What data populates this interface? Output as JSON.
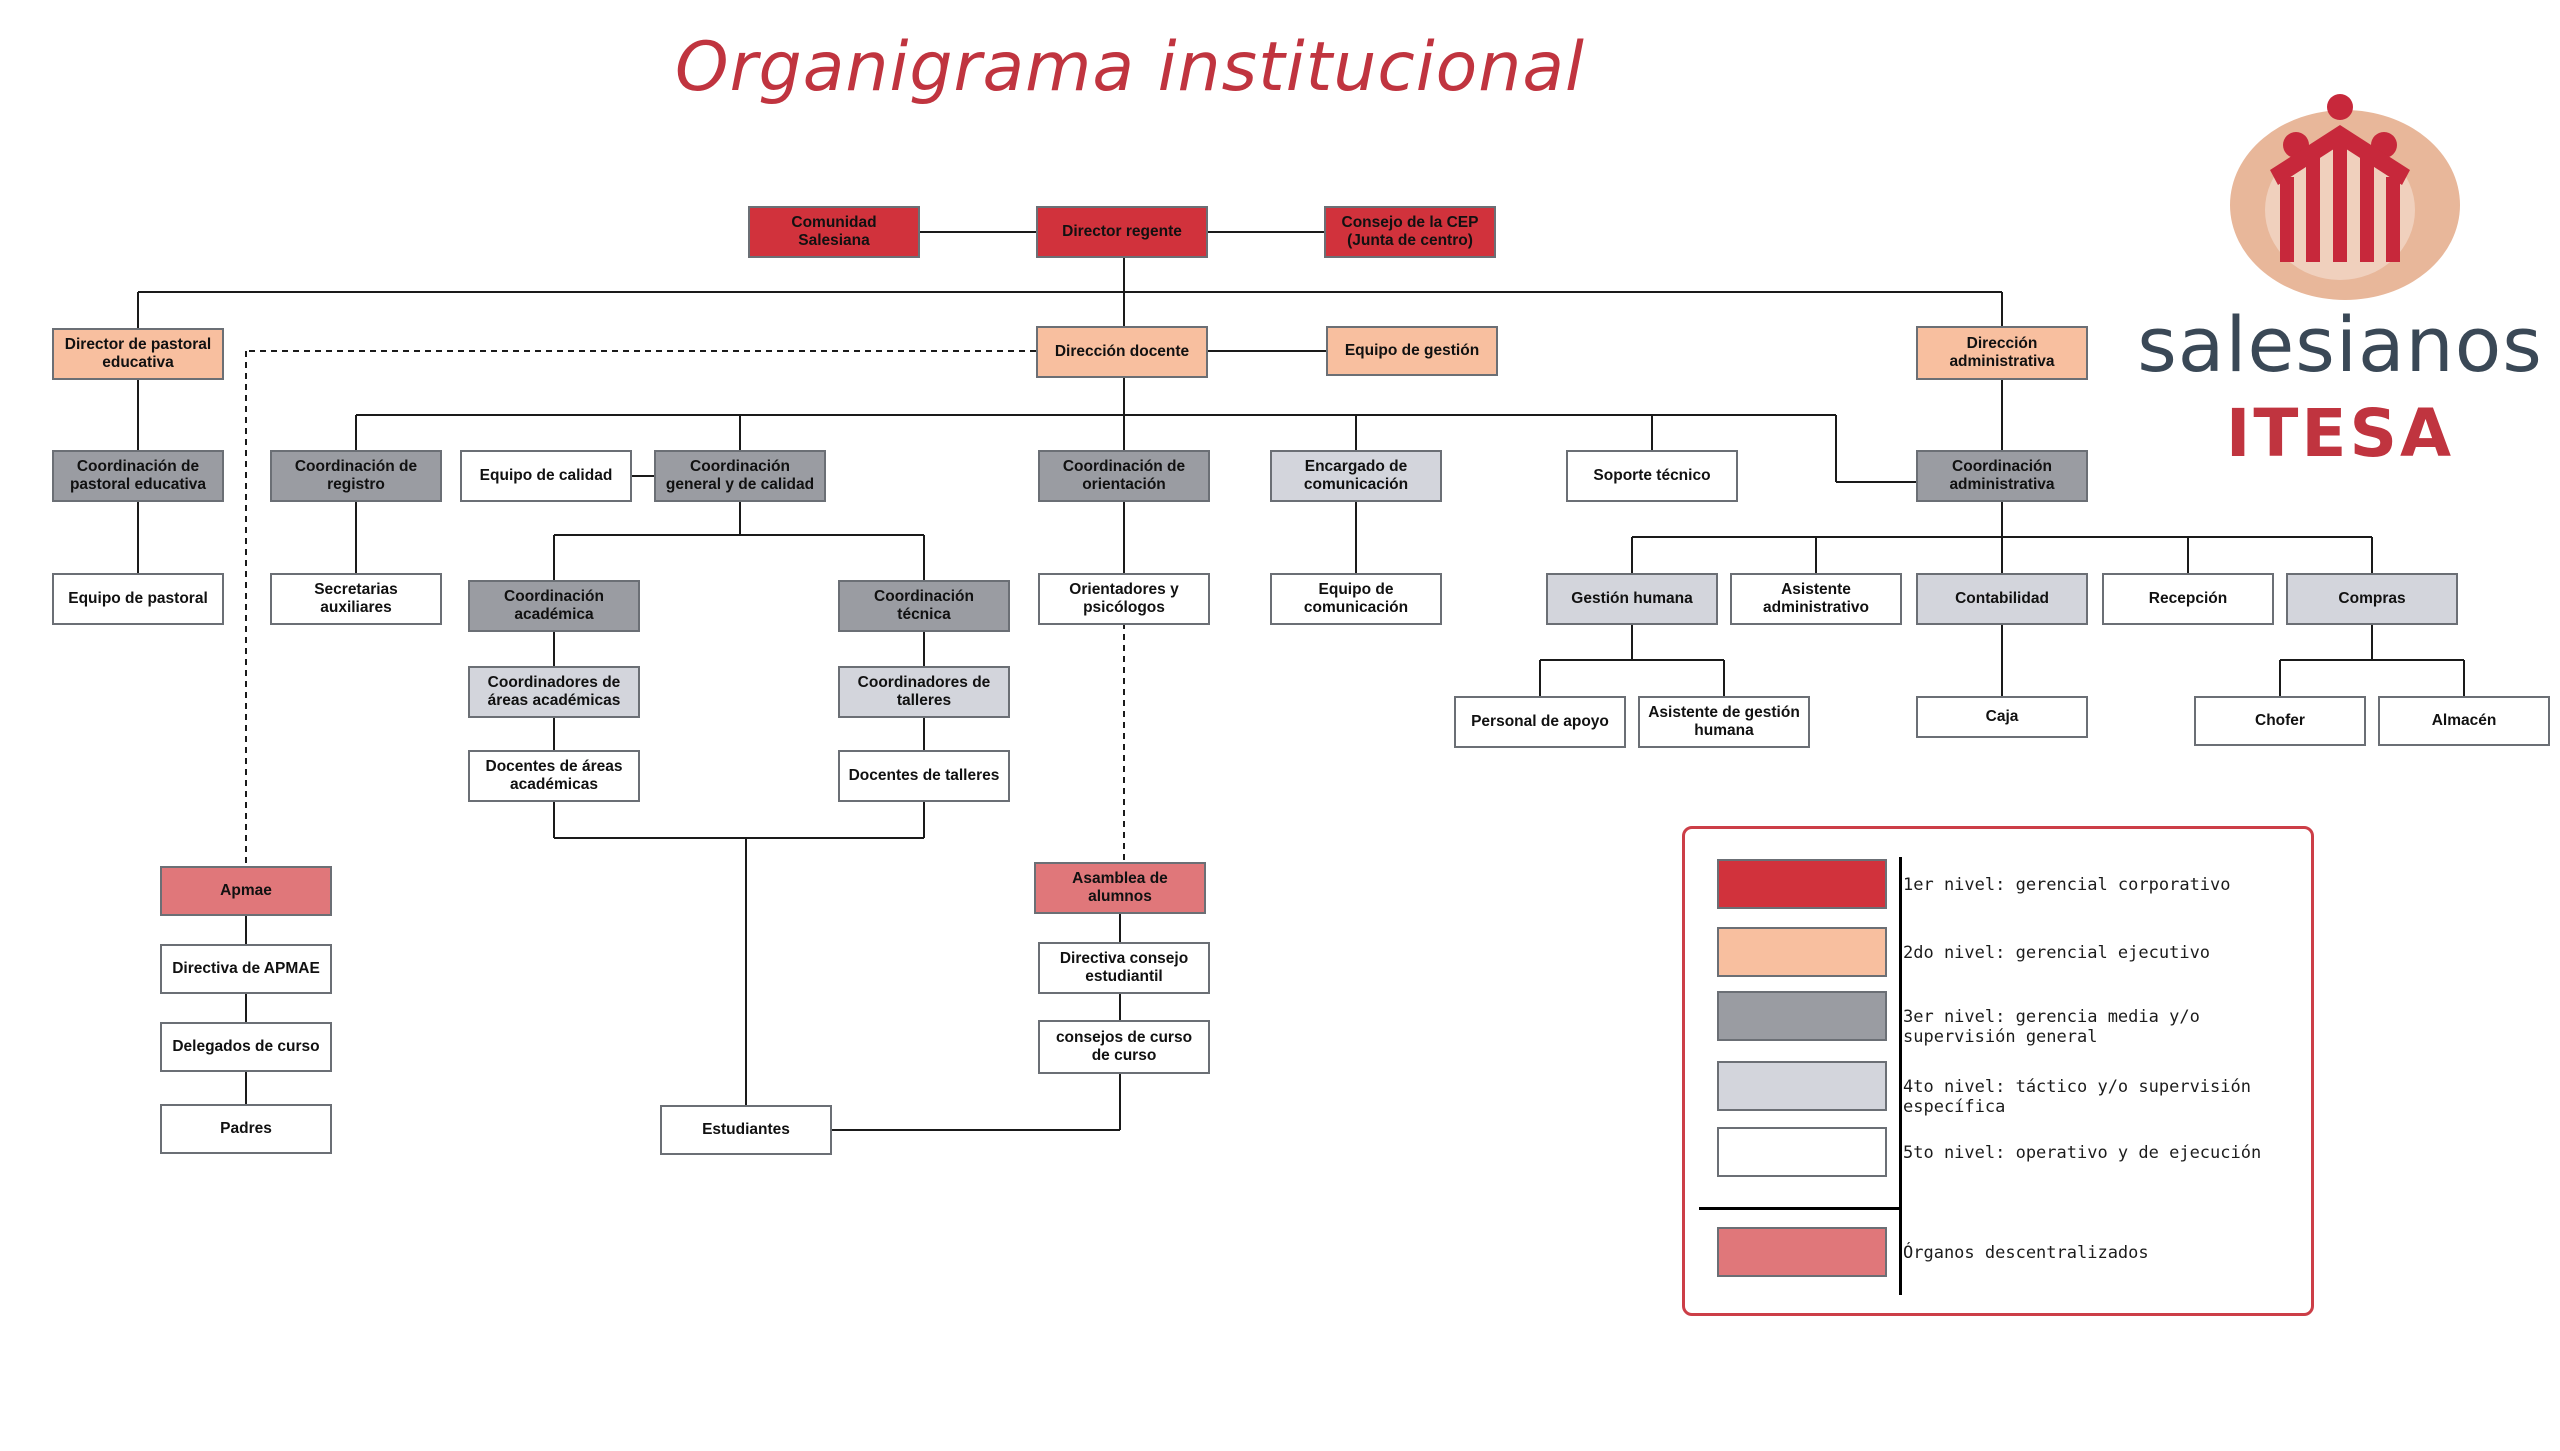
{
  "title": "Organigrama   institucional",
  "logo": {
    "name": "salesianos",
    "sub": "ITESA",
    "icon": "salesianos-emblem-icon"
  },
  "colors": {
    "level1": "#d1323c",
    "level2": "#f8bf9f",
    "level3": "#9a9ca2",
    "level4": "#d3d5dc",
    "level5": "#ffffff",
    "decentralized": "#e0777a",
    "title": "#c0343f",
    "legend_border": "#cc3e47"
  },
  "nodes": {
    "comunidad": "Comunidad\nSalesiana",
    "director_regente": "Director regente",
    "consejo_cep": "Consejo de la CEP\n(Junta de centro)",
    "director_pastoral": "Director de pastoral\neducativa",
    "direccion_docente": "Dirección docente",
    "equipo_gestion": "Equipo de gestión",
    "direccion_admin": "Dirección\nadministrativa",
    "coord_pastoral": "Coordinación de\npastoral educativa",
    "equipo_pastoral": "Equipo de pastoral",
    "coord_registro": "Coordinación de\nregistro",
    "secretarias": "Secretarias\nauxiliares",
    "equipo_calidad": "Equipo de calidad",
    "coord_general": "Coordinación\ngeneral y de calidad",
    "coord_academica": "Coordinación\nacadémica",
    "coord_areas": "Coordinadores de\náreas académicas",
    "docentes_areas": "Docentes de áreas\nacadémicas",
    "coord_tecnica": "Coordinación\ntécnica",
    "coord_talleres": "Coordinadores de\ntalleres",
    "docentes_talleres": "Docentes de talleres",
    "coord_orientacion": "Coordinación de\norientación",
    "orientadores": "Orientadores y\npsicólogos",
    "encargado_com": "Encargado de\ncomunicación",
    "equipo_com": "Equipo de\ncomunicación",
    "soporte": "Soporte técnico",
    "coord_admin": "Coordinación\nadministrativa",
    "gestion_humana": "Gestión humana",
    "asistente_admin": "Asistente\nadministrativo",
    "contabilidad": "Contabilidad",
    "recepcion": "Recepción",
    "compras": "Compras",
    "personal_apoyo": "Personal de apoyo",
    "asistente_gh": "Asistente de gestión\nhumana",
    "caja": "Caja",
    "chofer": "Chofer",
    "almacen": "Almacén",
    "apmae": "Apmae",
    "directiva_apmae": "Directiva de APMAE",
    "delegados": "Delegados de curso",
    "padres": "Padres",
    "estudiantes": "Estudiantes",
    "asamblea": "Asamblea de\nalumnos",
    "directiva_consejo": "Directiva consejo\nestudiantil",
    "consejos_curso": "consejos de curso\nde curso"
  },
  "legend": [
    {
      "label": "1er nivel: gerencial corporativo",
      "color": "#d1323c"
    },
    {
      "label": "2do nivel: gerencial ejecutivo",
      "color": "#f8bf9f"
    },
    {
      "label": "3er nivel: gerencia media y/o supervisión general",
      "color": "#9a9ca2"
    },
    {
      "label": "4to nivel: táctico y/o supervisión específica",
      "color": "#d3d5dc"
    },
    {
      "label": "5to nivel: operativo y de ejecución",
      "color": "#ffffff"
    },
    {
      "label": "Órganos descentralizados",
      "color": "#e0777a"
    }
  ]
}
